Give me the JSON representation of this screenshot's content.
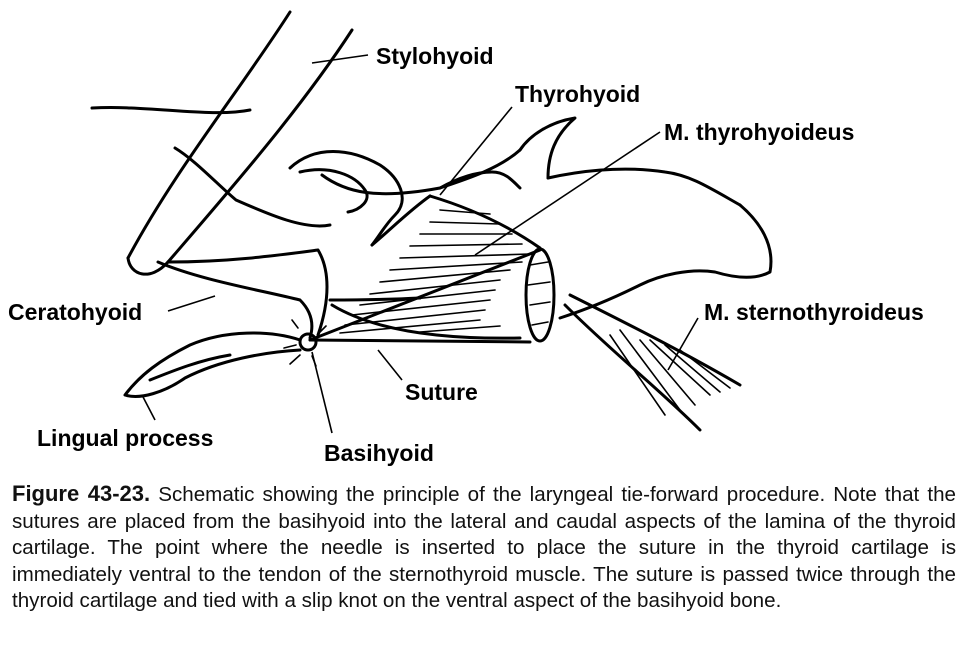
{
  "labels": {
    "stylohyoid": "Stylohyoid",
    "thyrohyoid": "Thyrohyoid",
    "m_thyrohyoideus": "M. thyrohyoideus",
    "ceratohyoid": "Ceratohyoid",
    "m_sternothyroideus": "M. sternothyroideus",
    "suture": "Suture",
    "lingual_process": "Lingual process",
    "basihyoid": "Basihyoid"
  },
  "caption": {
    "figure_number": "Figure 43-23.",
    "text": "Schematic showing the principle of the laryngeal tie-forward procedure. Note that the sutures are placed from the basihyoid into the lateral and caudal aspects of the lamina of the thyroid cartilage. The point where the needle is inserted to place the suture in the thyroid cartilage is immediately ventral to the tendon of the sternothyroid muscle. The suture is passed twice through the thyroid cartilage and tied with a slip knot on the ventral aspect of the basihyoid bone."
  }
}
